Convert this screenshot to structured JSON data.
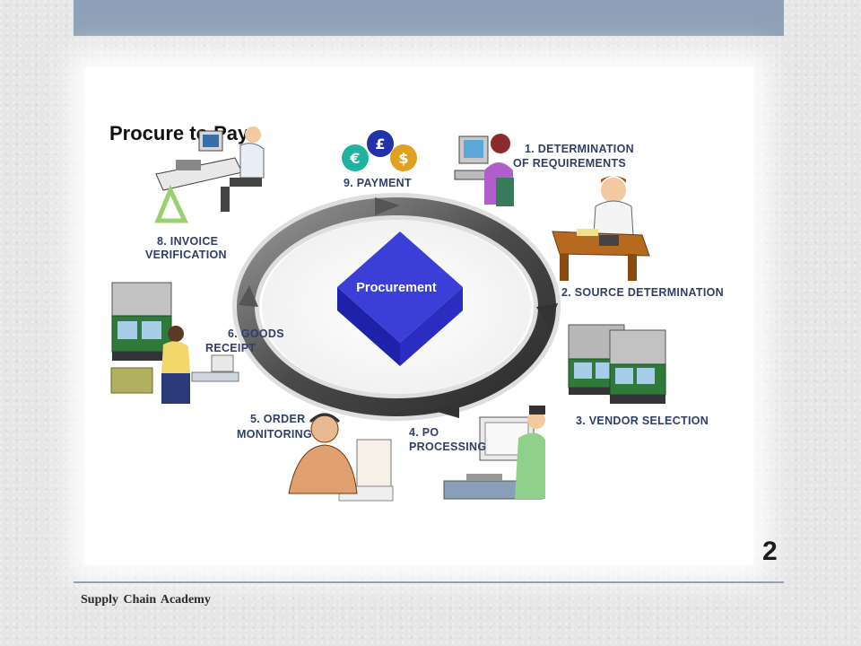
{
  "slide": {
    "title": "Procure to Pay",
    "center_label": "Procurement",
    "page_number": "2",
    "footer": "Supply Chain Academy"
  },
  "steps": [
    {
      "line1": "1. DETERMINATION",
      "line2": "OF REQUIREMENTS"
    },
    {
      "line1": "2. SOURCE DETERMINATION",
      "line2": ""
    },
    {
      "line1": "3. VENDOR SELECTION",
      "line2": ""
    },
    {
      "line1": "4. PO",
      "line2": "PROCESSING"
    },
    {
      "line1": "5. ORDER",
      "line2": "MONITORING"
    },
    {
      "line1": "6. GOODS",
      "line2": "RECEIPT"
    },
    {
      "line1": "8. INVOICE",
      "line2": "VERIFICATION"
    },
    {
      "line1": "9. PAYMENT",
      "line2": ""
    }
  ],
  "currency": [
    "€",
    "£",
    "$"
  ],
  "colors": {
    "accent_bar": "#8ea1b8",
    "label_text": "#2f3e6b",
    "diamond_top": "#3b3fd8",
    "diamond_side": "#1f22a8",
    "coin_teal": "#1fb3a0",
    "coin_blue": "#2233aa",
    "coin_gold": "#e0a020",
    "truck_green": "#2f7a3a"
  }
}
